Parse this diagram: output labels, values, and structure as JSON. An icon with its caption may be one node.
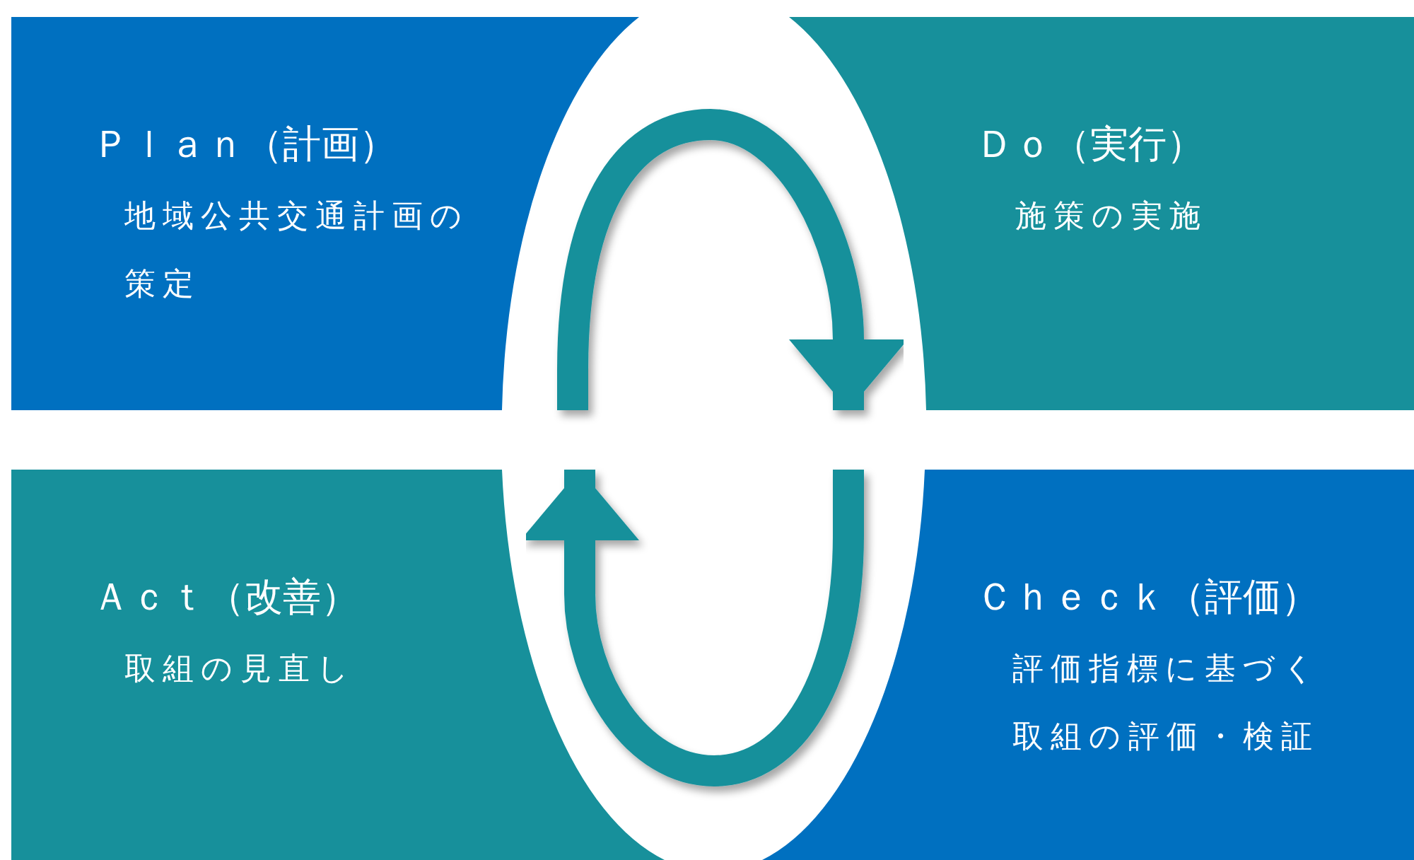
{
  "diagram": {
    "nodes": [
      {
        "text": [
          "Ｐｌａｎ（計画）",
          "地域公共交通計画の策定"
        ]
      },
      {
        "text": [
          "Ｄｏ（実行）",
          "施策の実施"
        ]
      },
      {
        "text": [
          "Ａｃｔ（改善）",
          "取組の見直し"
        ]
      },
      {
        "text": [
          "Ｃｈｅｃｋ（評価）",
          "評価指標に基づく取組の評価・検証"
        ]
      }
    ],
    "edges": [
      {
        "from": 0,
        "to": 1,
        "arrow": "to"
      },
      {
        "from": 3,
        "to": 2,
        "arrow": "to"
      }
    ]
  }
}
